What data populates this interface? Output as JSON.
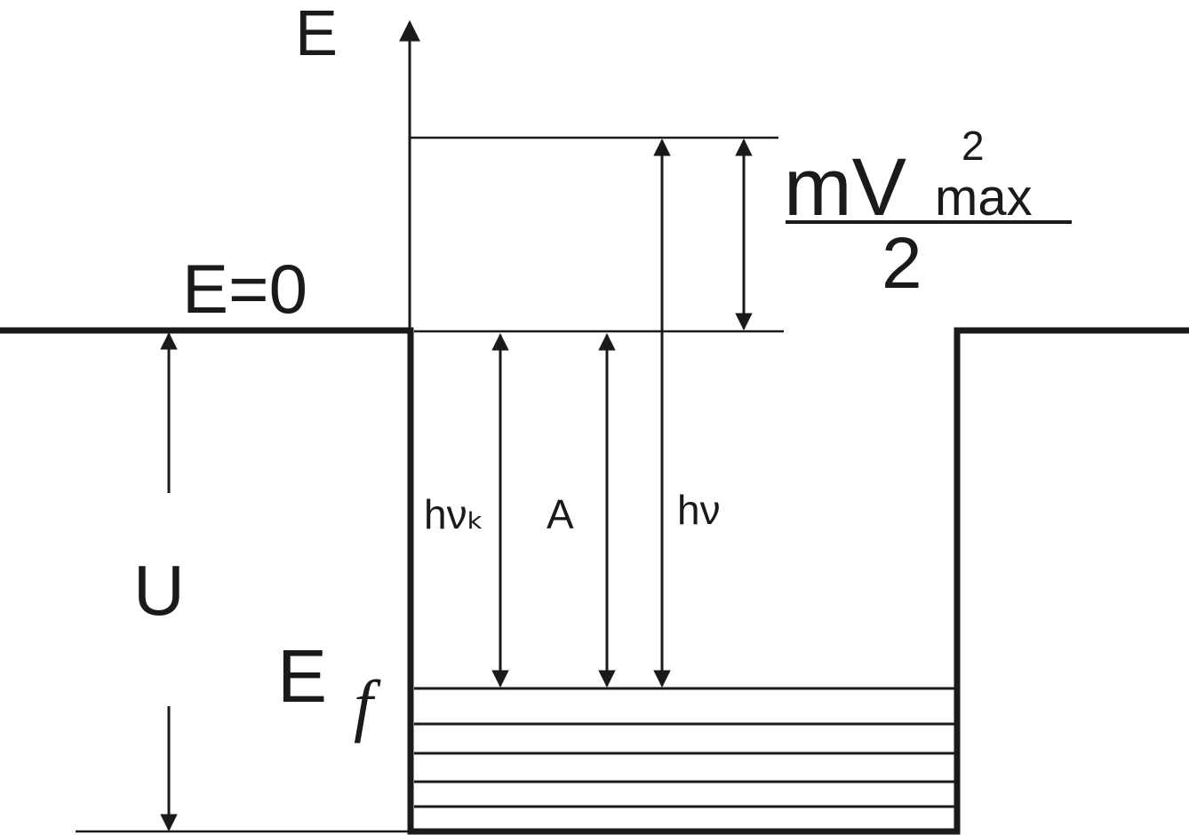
{
  "labels": {
    "energy_axis": "E",
    "zero_level": "E=0",
    "well_depth": "U",
    "fermi_E": "E",
    "fermi_sub": "f",
    "threshold_photon": "hνₖ",
    "work_function": "A",
    "photon": "hν",
    "kinetic_numerator_main": "mV",
    "kinetic_numerator_sub": "max",
    "kinetic_numerator_sup": "2",
    "kinetic_denominator": "2"
  },
  "colors": {
    "ink": "#1a1a1a",
    "background": "#ffffff"
  },
  "fermi_sea_levels": 5
}
